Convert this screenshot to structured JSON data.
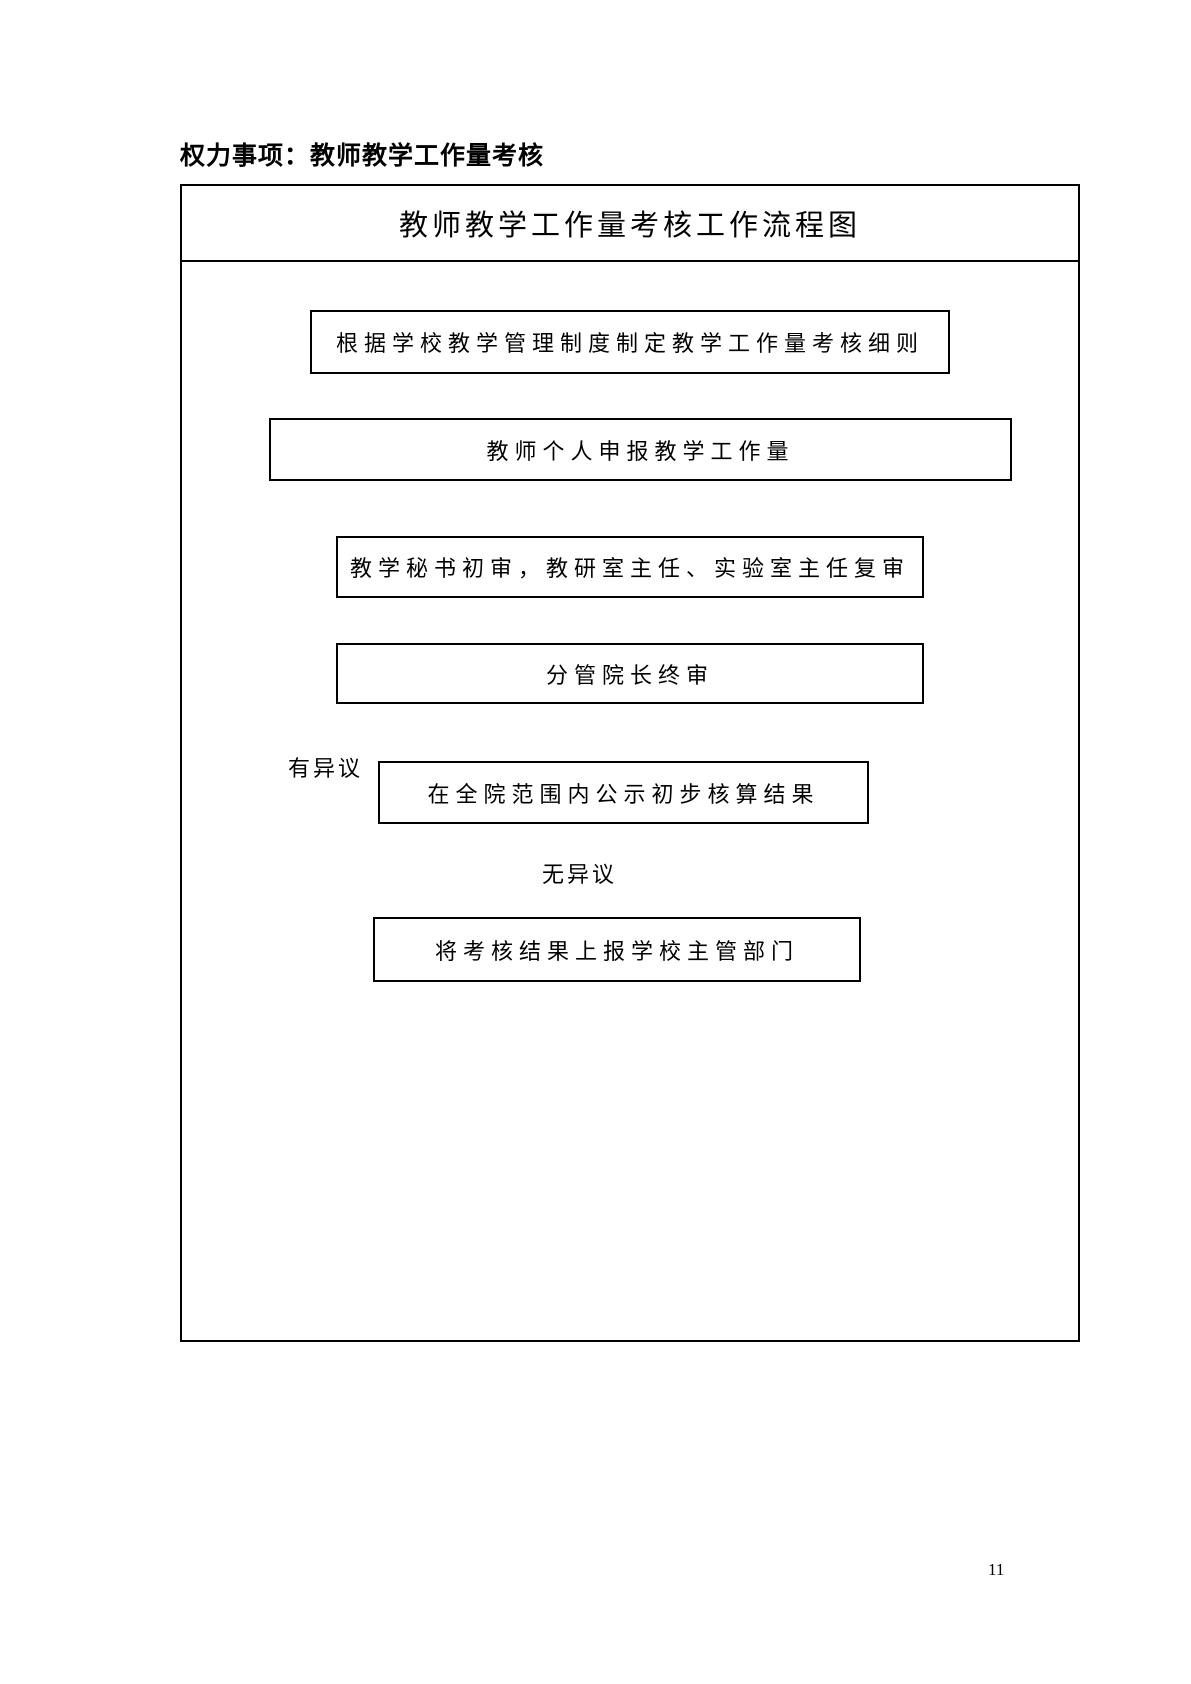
{
  "page": {
    "heading": "权力事项：教师教学工作量考核",
    "page_number": "11"
  },
  "flowchart": {
    "title": "教师教学工作量考核工作流程图",
    "nodes": [
      {
        "id": "step-1",
        "label": "根据学校教学管理制度制定教学工作量考核细则"
      },
      {
        "id": "step-2",
        "label": "教师个人申报教学工作量"
      },
      {
        "id": "step-3",
        "label": "教学秘书初审，教研室主任、实验室主任复审"
      },
      {
        "id": "step-4",
        "label": "分管院长终审"
      },
      {
        "id": "step-5",
        "label": "在全院范围内公示初步核算结果"
      },
      {
        "id": "step-6",
        "label": "将考核结果上报学校主管部门"
      }
    ],
    "edges": [
      {
        "from": "step-1",
        "to": "step-2",
        "label": ""
      },
      {
        "from": "step-2",
        "to": "step-3",
        "label": ""
      },
      {
        "from": "step-3",
        "to": "step-4",
        "label": ""
      },
      {
        "from": "step-4",
        "to": "step-5",
        "label": ""
      },
      {
        "from": "step-5",
        "to": "step-6",
        "label": "无异议"
      },
      {
        "from": "step-5",
        "to": "step-2",
        "label": "有异议"
      }
    ]
  },
  "colors": {
    "ink": "#000000",
    "background": "#ffffff"
  }
}
